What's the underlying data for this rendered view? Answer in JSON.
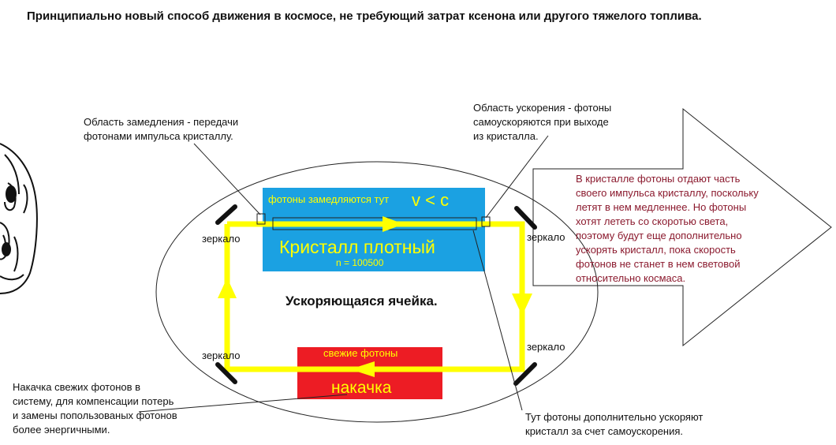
{
  "title": "Принципиально новый способ движения в космосе, не требующий затрат ксенона или другого тяжелого топлива.",
  "labels": {
    "slowdown_area": "Область замедления - передачи\nфотонами импульса кристаллу.",
    "acceleration_area": "Область ускорения - фотоны\nсамоускоряются при выходе\nиз кристалла.",
    "photons_slow_here": "фотоны замедляются тут",
    "v_lt_c": "v < c",
    "crystal": "Кристалл плотный",
    "refractive_index": "n = 100500",
    "mirror_top_left": "зеркало",
    "mirror_top_right": "зеркало",
    "mirror_bottom_left": "зеркало",
    "mirror_bottom_right": "зеркало",
    "accelerating_cell": "Ускоряющаяся ячейка.",
    "fresh_photons": "свежие фотоны",
    "pump": "накачка",
    "pump_note": "Накачка свежих фотонов в\nсистему, для компенсации потерь\nи замены попользованых фотонов\nболее энергичными.",
    "extra_accel_note": "Тут фотоны дополнительно ускоряют\nкристалл за счет самоускорения.",
    "arrow_note": "В кристалле фотоны отдают часть\nсвоего импульса кристаллу, поскольку\nлетят в нем медленнее. Но фотоны\nхотят лететь со скоротью света,\nпоэтому будут еще дополнительно\nускорять кристалл, пока скорость\nфотонов не станет в нем световой\nотносительно космаса."
  },
  "colors": {
    "crystal_fill": "#1ba1e2",
    "pump_fill": "#ed1c24",
    "beam": "#ffff00",
    "note_text": "#8b1a2e",
    "mirror": "#111111"
  },
  "icons": {
    "beam_arrows": "arrow-icon",
    "mirror": "mirror-icon",
    "face": "troll-face-icon",
    "direction": "big-arrow-icon"
  }
}
